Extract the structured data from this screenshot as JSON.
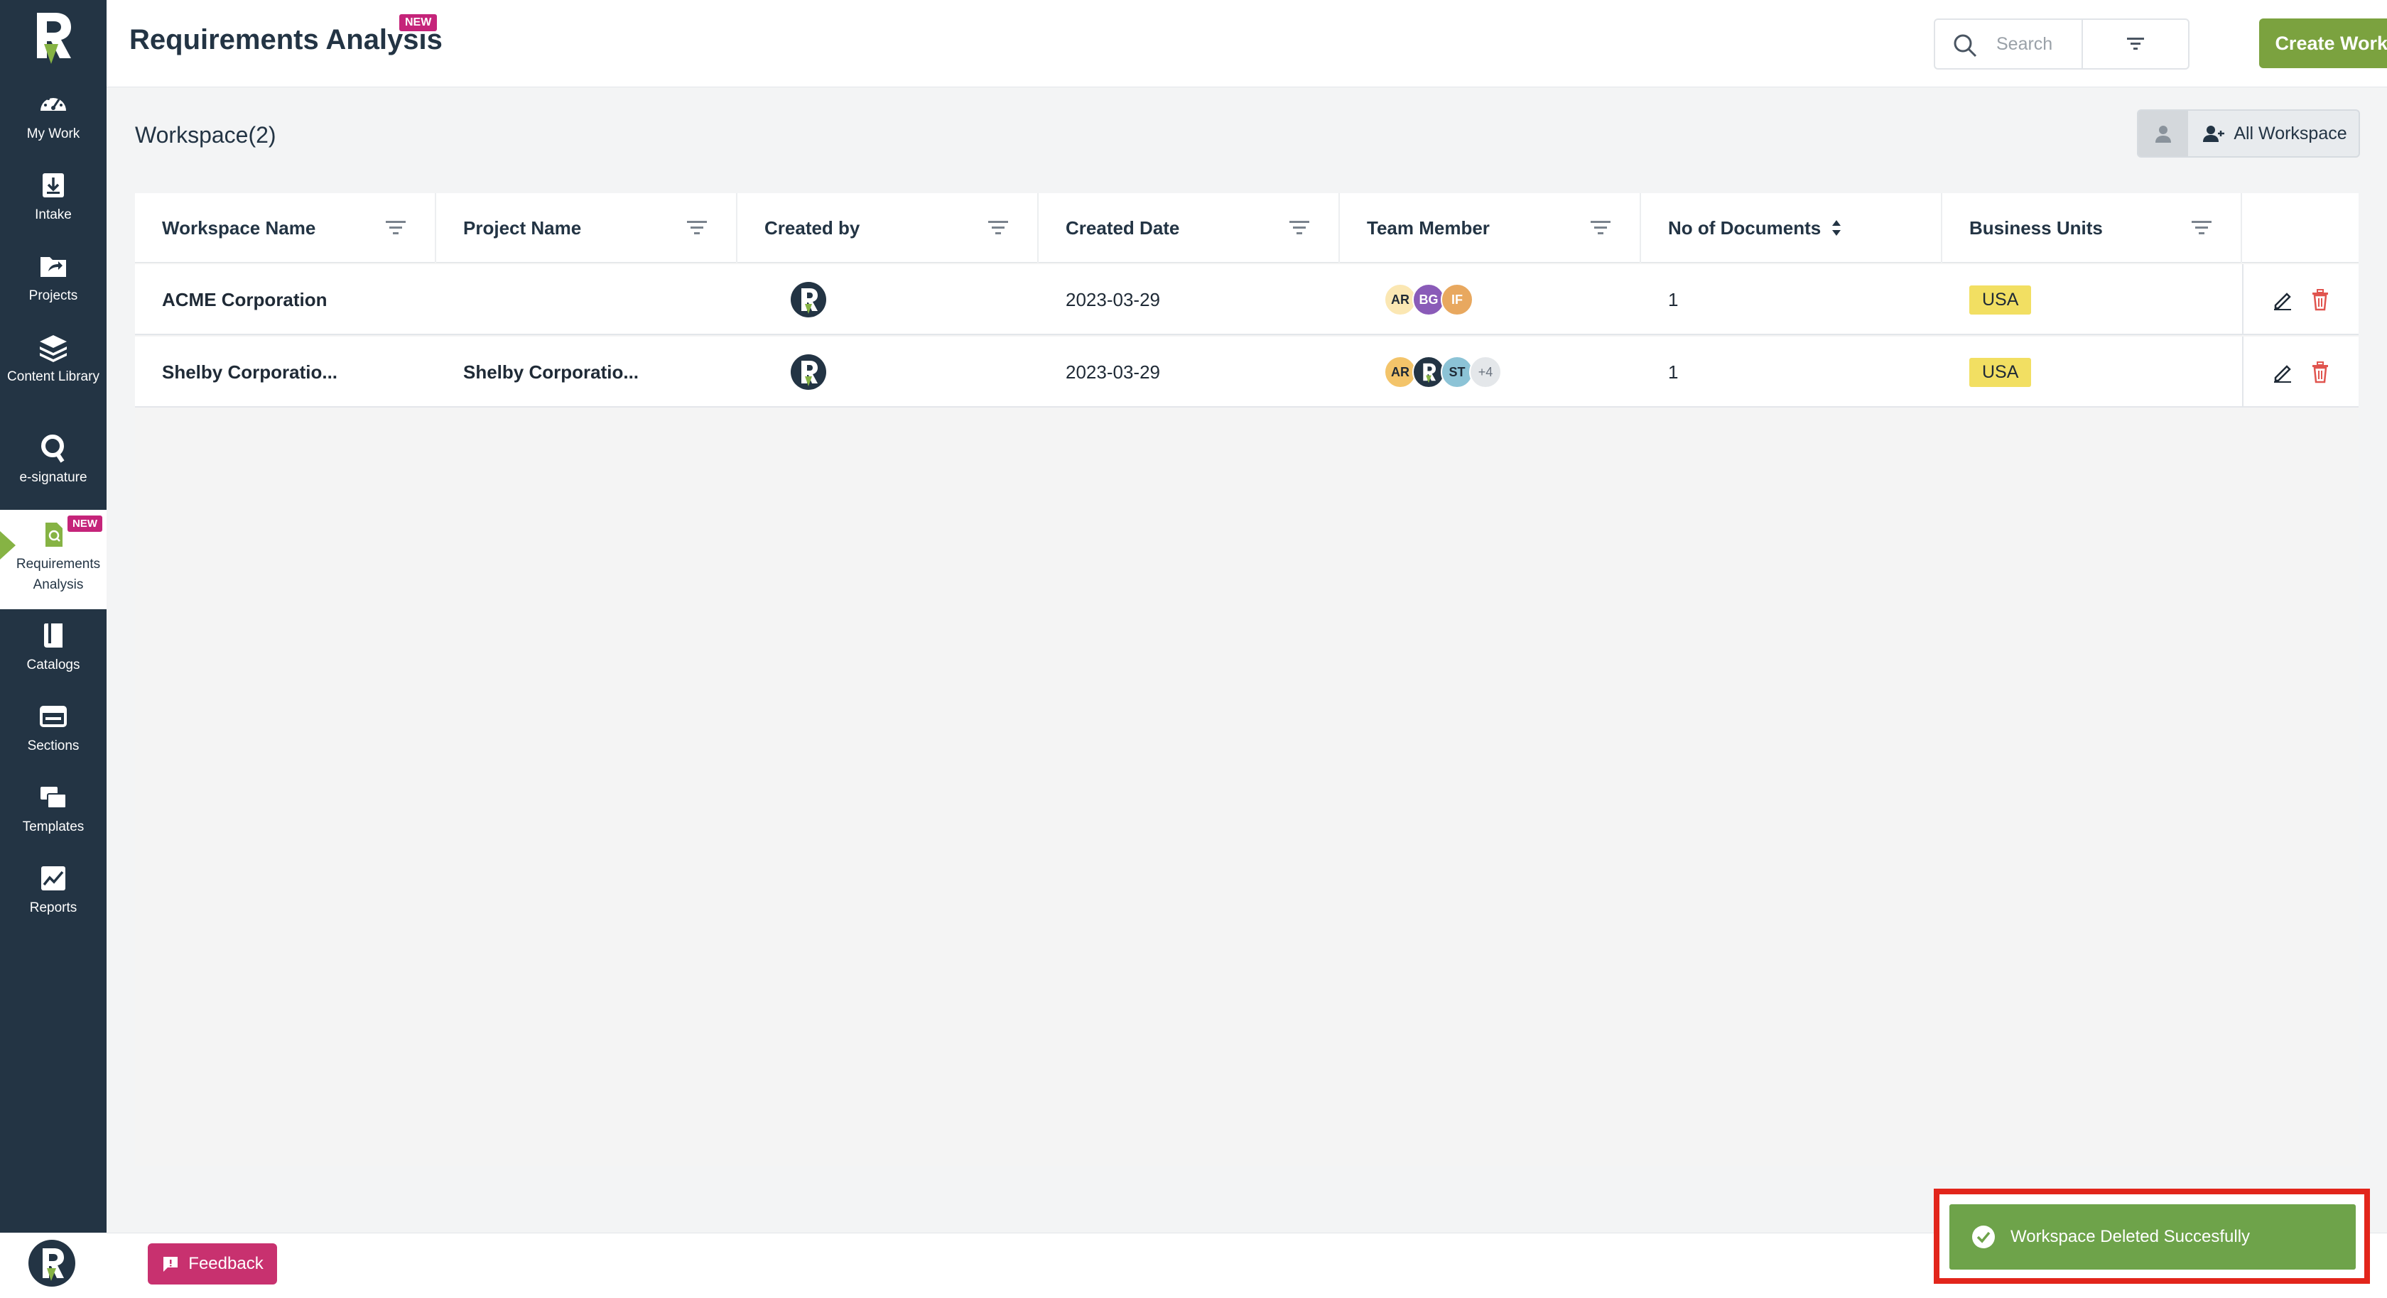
{
  "app": {
    "page_title": "Requirements Analysis",
    "title_badge": "NEW"
  },
  "sidebar": {
    "items": [
      {
        "label": "My Work",
        "icon": "speedometer-icon"
      },
      {
        "label": "Intake",
        "icon": "inbox-download-icon"
      },
      {
        "label": "Projects",
        "icon": "folder-share-icon"
      },
      {
        "label": "Content Library",
        "icon": "layers-stack-icon"
      },
      {
        "label": "e-signature",
        "icon": "signature-icon"
      },
      {
        "label": "Requirements Analysis",
        "icon": "document-analysis-icon",
        "badge": "NEW",
        "active": true
      },
      {
        "label": "Catalogs",
        "icon": "book-icon"
      },
      {
        "label": "Sections",
        "icon": "sections-icon"
      },
      {
        "label": "Templates",
        "icon": "templates-icon"
      },
      {
        "label": "Reports",
        "icon": "chart-line-icon"
      }
    ]
  },
  "header": {
    "search_placeholder": "Search",
    "create_label": "Create Workspace"
  },
  "workspace": {
    "title": "Workspace(2)",
    "toggle_all_label": "All Workspace"
  },
  "table": {
    "columns": [
      "Workspace Name",
      "Project Name",
      "Created by",
      "Created Date",
      "Team Member",
      "No of Documents",
      "Business Units"
    ],
    "rows": [
      {
        "workspace_name": "ACME Corporation",
        "project_name": "",
        "created_date": "2023-03-29",
        "members": [
          {
            "initials": "AR",
            "bg": "#fbe7b3",
            "fg": "#1f2a36"
          },
          {
            "initials": "BG",
            "bg": "#8a5bb8",
            "fg": "#ffffff"
          },
          {
            "initials": "IF",
            "bg": "#e8a85f",
            "fg": "#ffffff"
          }
        ],
        "documents": "1",
        "business_unit": "USA"
      },
      {
        "workspace_name": "Shelby Corporatio...",
        "project_name": "Shelby Corporatio...",
        "created_date": "2023-03-29",
        "members": [
          {
            "initials": "AR",
            "bg": "#f3c46a",
            "fg": "#1f2a36"
          },
          {
            "initials": "",
            "bg": "#233444",
            "fg": "#ffffff",
            "logo": true
          },
          {
            "initials": "ST",
            "bg": "#8cc3d6",
            "fg": "#1f2a36"
          },
          {
            "initials": "+4",
            "bg": "#e4e7ea",
            "fg": "#6b7480"
          }
        ],
        "documents": "1",
        "business_unit": "USA"
      }
    ]
  },
  "footer": {
    "feedback_label": "Feedback"
  },
  "toast": {
    "message": "Workspace Deleted Succesfully"
  },
  "colors": {
    "sidebar_bg": "#233444",
    "accent_green": "#7ba23f",
    "toast_green": "#6ea34a",
    "badge_magenta": "#c5247a",
    "delete_red": "#e0554f",
    "unit_yellow": "#f2df62",
    "highlight_red": "#e2251b"
  }
}
